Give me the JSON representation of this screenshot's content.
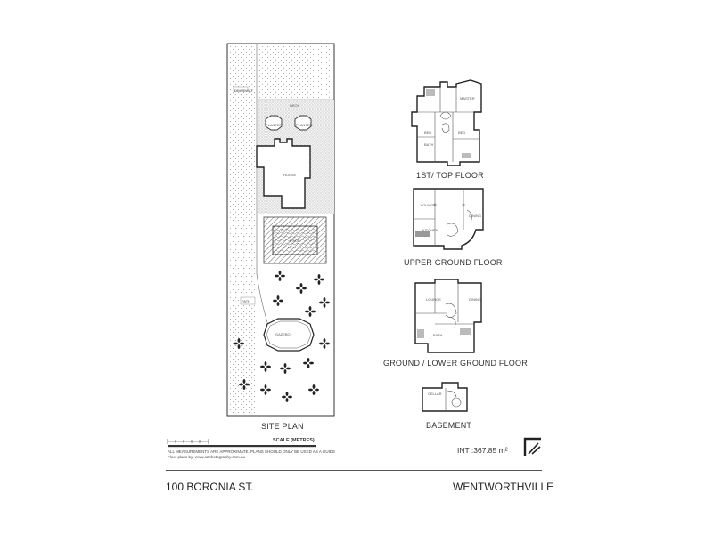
{
  "site_plan": {
    "caption": "SITE PLAN",
    "house_label": "HOUSE",
    "pool_label": "POOL",
    "gazebo_label": "GAZEBO",
    "driveway_label": "DRIVEWAY",
    "deck_label": "DECK",
    "path_label": "PATH",
    "planter_label": "PLANTER"
  },
  "floors": {
    "first_top": "1ST/ TOP FLOOR",
    "upper_ground": "UPPER GROUND  FLOOR",
    "ground_lower": "GROUND / LOWER GROUND FLOOR",
    "basement": "BASEMENT"
  },
  "room_labels": {
    "master": "MASTER",
    "bed": "BED",
    "bath": "BATH",
    "lounge": "LOUNGE",
    "kitchen": "KITCHEN",
    "dining": "DINING",
    "cellar": "CELLAR"
  },
  "scale": {
    "label": "SCALE (METRES)"
  },
  "disclaimer": {
    "line1": "ALL MEASUREMENTS ARE APPROXIMATE. PLANS SHOULD ONLY BE USED AS A GUIDE",
    "line2": "Floor plans by: www.ozphotography.com.au"
  },
  "area": {
    "text": "INT  :367.85 m²"
  },
  "footer": {
    "address": "100 BORONIA ST.",
    "suburb": "WENTWORTHVILLE"
  }
}
